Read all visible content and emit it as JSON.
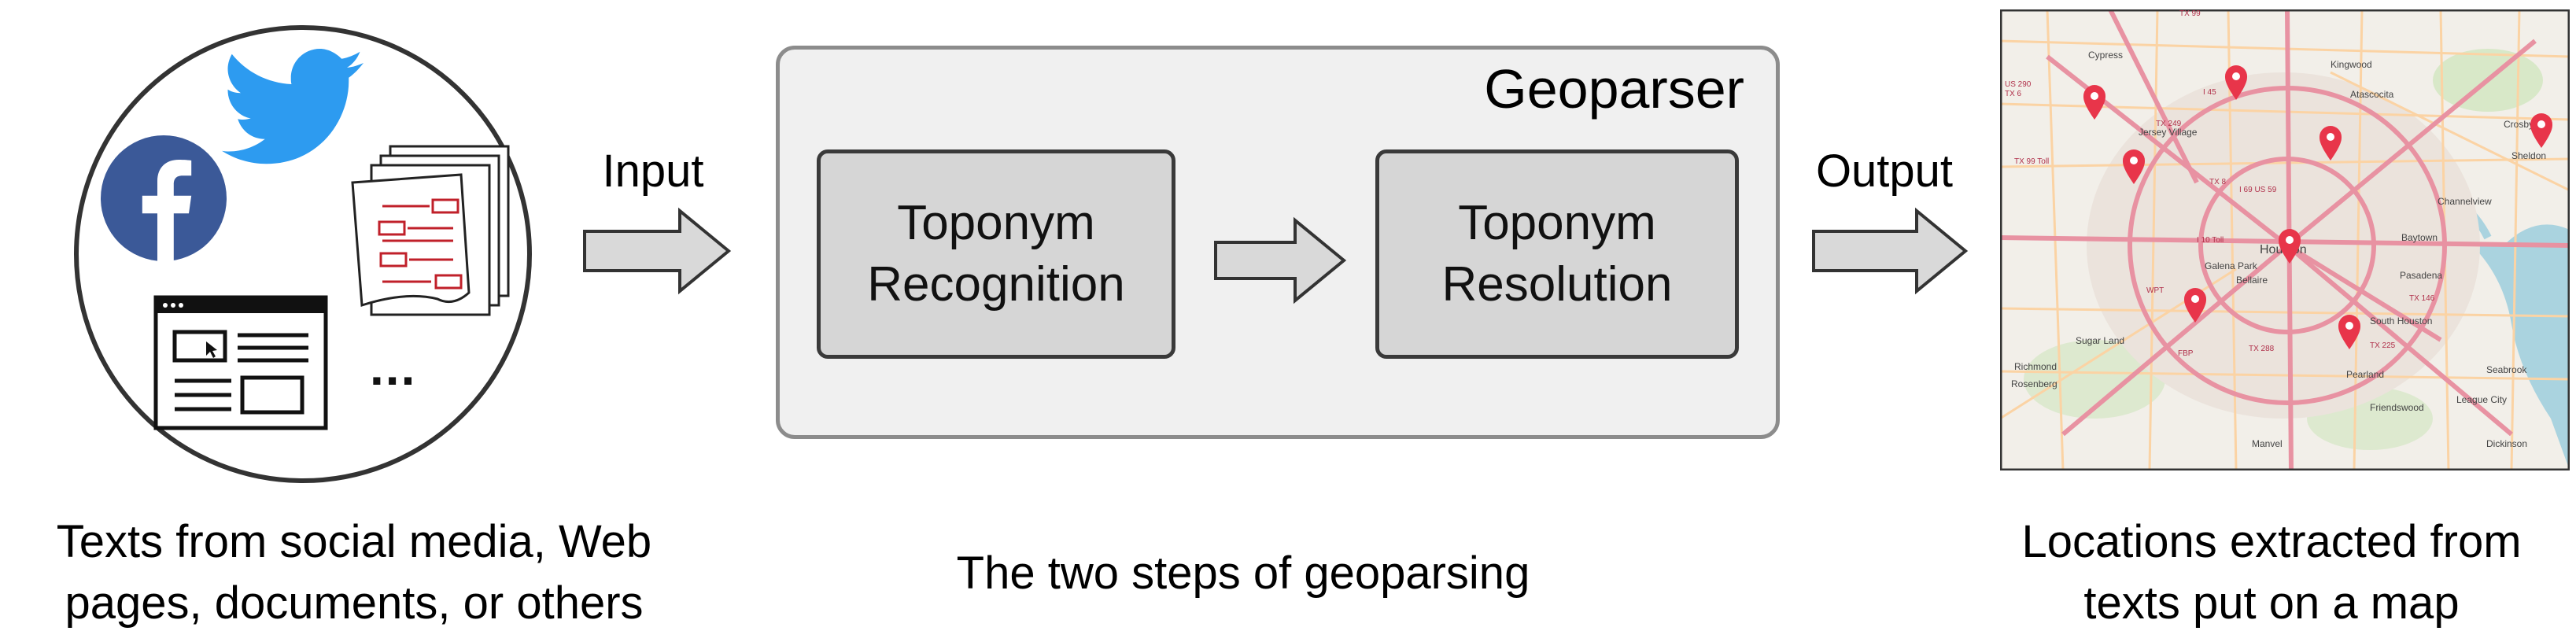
{
  "sources": {
    "caption_line1": "Texts from social media, Web",
    "caption_line2": "pages, documents, or others",
    "more_symbol": "..."
  },
  "arrows": {
    "input_label": "Input",
    "output_label": "Output"
  },
  "geoparser": {
    "title": "Geoparser",
    "step1_line1": "Toponym",
    "step1_line2": "Recognition",
    "step2_line1": "Toponym",
    "step2_line2": "Resolution",
    "caption": "The two steps of geoparsing"
  },
  "map": {
    "caption_line1": "Locations extracted from",
    "caption_line2": "texts put on a map",
    "place_labels": [
      "Cypress",
      "Kingwood",
      "Atascocita",
      "Jersey Village",
      "Houston",
      "Channelview",
      "Baytown",
      "Galena Park",
      "Pasadena",
      "Bellaire",
      "Sugar Land",
      "South Houston",
      "Pearland",
      "Friendswood",
      "Seabrook",
      "Richmond",
      "Rosenberg",
      "Manvel",
      "Dickinson",
      "League City",
      "Sheldon",
      "Crosby"
    ],
    "road_labels": [
      "US 290",
      "TX 6",
      "TX 249",
      "I 45",
      "TX 99",
      "TX 8",
      "I 10 Toll",
      "TX 99 Toll",
      "WPT",
      "FBP",
      "TX 288",
      "I 69 US 59",
      "TX 225",
      "TX 146"
    ],
    "marker_color": "#e8354a"
  }
}
